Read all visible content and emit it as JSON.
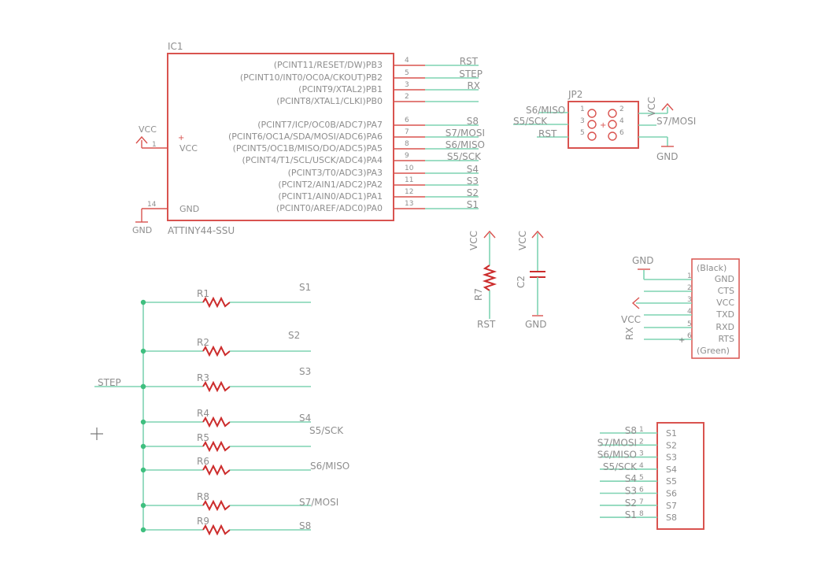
{
  "ic1": {
    "name": "IC1",
    "value": "ATTINY44-SSU",
    "left_pins": [
      {
        "num": "1",
        "label": "VCC",
        "net": "VCC"
      },
      {
        "num": "14",
        "label": "GND",
        "net": "GND"
      }
    ],
    "right_pins": [
      {
        "label": "(PCINT11/RESET/DW)PB3",
        "num": "4",
        "net": "RST"
      },
      {
        "label": "(PCINT10/INT0/OC0A/CKOUT)PB2",
        "num": "5",
        "net": "STEP"
      },
      {
        "label": "(PCINT9/XTAL2)PB1",
        "num": "3",
        "net": "RX"
      },
      {
        "label": "(PCINT8/XTAL1/CLKI)PB0",
        "num": "2",
        "net": ""
      },
      {
        "label": "(PCINT7/ICP/OC0B/ADC7)PA7",
        "num": "6",
        "net": "S8"
      },
      {
        "label": "(PCINT6/OC1A/SDA/MOSI/ADC6)PA6",
        "num": "7",
        "net": "S7/MOSI"
      },
      {
        "label": "(PCINT5/OC1B/MISO/DO/ADC5)PA5",
        "num": "8",
        "net": "S6/MISO"
      },
      {
        "label": "(PCINT4/T1/SCL/USCK/ADC4)PA4",
        "num": "9",
        "net": "S5/SCK"
      },
      {
        "label": "(PCINT3/T0/ADC3)PA3",
        "num": "10",
        "net": "S4"
      },
      {
        "label": "(PCINT2/AIN1/ADC2)PA2",
        "num": "11",
        "net": "S3"
      },
      {
        "label": "(PCINT1/AIN0/ADC1)PA1",
        "num": "12",
        "net": "S2"
      },
      {
        "label": "(PCINT0/AREF/ADC0)PA0",
        "num": "13",
        "net": "S1"
      }
    ]
  },
  "jp2": {
    "name": "JP2",
    "pin_numbers": [
      "1",
      "2",
      "3",
      "4",
      "5",
      "6"
    ],
    "left_nets": [
      "S6/MISO",
      "S5/SCK",
      "RST"
    ],
    "right_nets": [
      "VCC",
      "S7/MOSI",
      "GND"
    ]
  },
  "r7": {
    "name": "R7",
    "top_net": "VCC",
    "bottom_net": "RST"
  },
  "c2": {
    "name": "C2",
    "top_net": "VCC",
    "bottom_net": "GND"
  },
  "ftdi": {
    "top_label": "(Black)",
    "bottom_label": "(Green)",
    "pins": [
      {
        "num": "1",
        "label": "GND"
      },
      {
        "num": "2",
        "label": "CTS"
      },
      {
        "num": "3",
        "label": "VCC"
      },
      {
        "num": "4",
        "label": "TXD"
      },
      {
        "num": "5",
        "label": "RXD"
      },
      {
        "num": "6",
        "label": "RTS"
      }
    ],
    "nets": {
      "gnd": "GND",
      "vcc": "VCC",
      "rx": "RX"
    }
  },
  "resistors": {
    "bus_net": "STEP",
    "items": [
      {
        "name": "R1",
        "net": "S1"
      },
      {
        "name": "R2",
        "net": "S2"
      },
      {
        "name": "R3",
        "net": "S3"
      },
      {
        "name": "R4",
        "net": "S4"
      },
      {
        "name": "R5",
        "net": "S5/SCK"
      },
      {
        "name": "R6",
        "net": "S6/MISO"
      },
      {
        "name": "R8",
        "net": "S7/MOSI"
      },
      {
        "name": "R9",
        "net": "S8"
      }
    ]
  },
  "header8": {
    "pins": [
      {
        "num": "1",
        "label": "S1",
        "net": "S8"
      },
      {
        "num": "2",
        "label": "S2",
        "net": "S7/MOSI"
      },
      {
        "num": "3",
        "label": "S3",
        "net": "S6/MISO"
      },
      {
        "num": "4",
        "label": "S4",
        "net": "S5/SCK"
      },
      {
        "num": "5",
        "label": "S5",
        "net": "S4"
      },
      {
        "num": "6",
        "label": "S6",
        "net": "S3"
      },
      {
        "num": "7",
        "label": "S7",
        "net": "S2"
      },
      {
        "num": "8",
        "label": "S8",
        "net": "S1"
      }
    ]
  },
  "colors": {
    "part": "#d9534f",
    "wire": "#7fd3b2",
    "text": "#8e8e8e",
    "junction": "#3fbf7f"
  }
}
